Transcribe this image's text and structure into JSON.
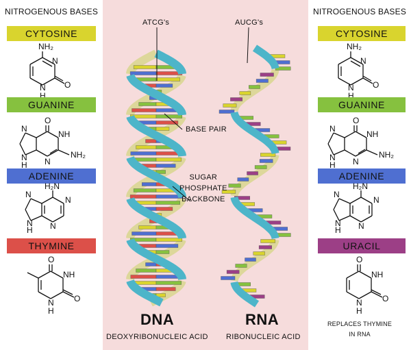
{
  "left": {
    "title": "NITROGENOUS BASES",
    "bases": [
      {
        "name": "CYTOSINE",
        "color": "#d9d42e",
        "groups": {
          "nh2": "NH₂",
          "n": "N",
          "nh": "N",
          "h": "H",
          "o": "O"
        }
      },
      {
        "name": "GUANINE",
        "color": "#86c13f",
        "groups": {
          "o": "O",
          "n1": "N",
          "nh": "NH",
          "n2": "N",
          "nh2": "NH₂",
          "nbottom": "N",
          "h": "H"
        }
      },
      {
        "name": "ADENINE",
        "color": "#4f6fd1",
        "groups": {
          "h2n": "H₂N",
          "n1": "N",
          "n2": "N",
          "n3": "N",
          "n4": "N",
          "h": "H"
        }
      },
      {
        "name": "THYMINE",
        "color": "#dc5049",
        "groups": {
          "o1": "O",
          "nh": "NH",
          "n": "N",
          "h": "H",
          "o2": "O"
        }
      }
    ]
  },
  "right": {
    "title": "NITROGENOUS BASES",
    "bases": [
      {
        "name": "CYTOSINE",
        "color": "#d9d42e",
        "groups": {
          "nh2": "NH₂",
          "n": "N",
          "nh": "N",
          "h": "H",
          "o": "O"
        }
      },
      {
        "name": "GUANINE",
        "color": "#86c13f",
        "groups": {
          "o": "O",
          "n1": "N",
          "nh": "NH",
          "n2": "N",
          "nh2": "NH₂",
          "nbottom": "N",
          "h": "H"
        }
      },
      {
        "name": "ADENINE",
        "color": "#4f6fd1",
        "groups": {
          "h2n": "H₂N",
          "n1": "N",
          "n2": "N",
          "n3": "N",
          "n4": "N",
          "h": "H"
        }
      },
      {
        "name": "URACIL",
        "color": "#9c3f86",
        "groups": {
          "o1": "O",
          "nh": "NH",
          "n": "N",
          "h": "H",
          "o2": "O"
        }
      }
    ],
    "note_line1": "REPLACES THYMINE",
    "note_line2": "IN RNA"
  },
  "dna": {
    "pointer_label": "ATCG's",
    "base_pair_label": "BASE PAIR",
    "backbone_line1": "SUGAR",
    "backbone_line2": "PHOSPHATE",
    "backbone_line3": "BACKBONE",
    "name": "DNA",
    "full_name": "DEOXYRIBONUCLEIC ACID"
  },
  "rna": {
    "pointer_label": "AUCG's",
    "name": "RNA",
    "full_name": "RIBONUCLEIC ACID"
  },
  "colors": {
    "backbone_front": "#4db5c9",
    "backbone_back": "#ddd79a",
    "cytosine": "#d9d42e",
    "guanine": "#86c13f",
    "adenine": "#4f6fd1",
    "thymine": "#dc5049",
    "uracil": "#9c3f86"
  }
}
